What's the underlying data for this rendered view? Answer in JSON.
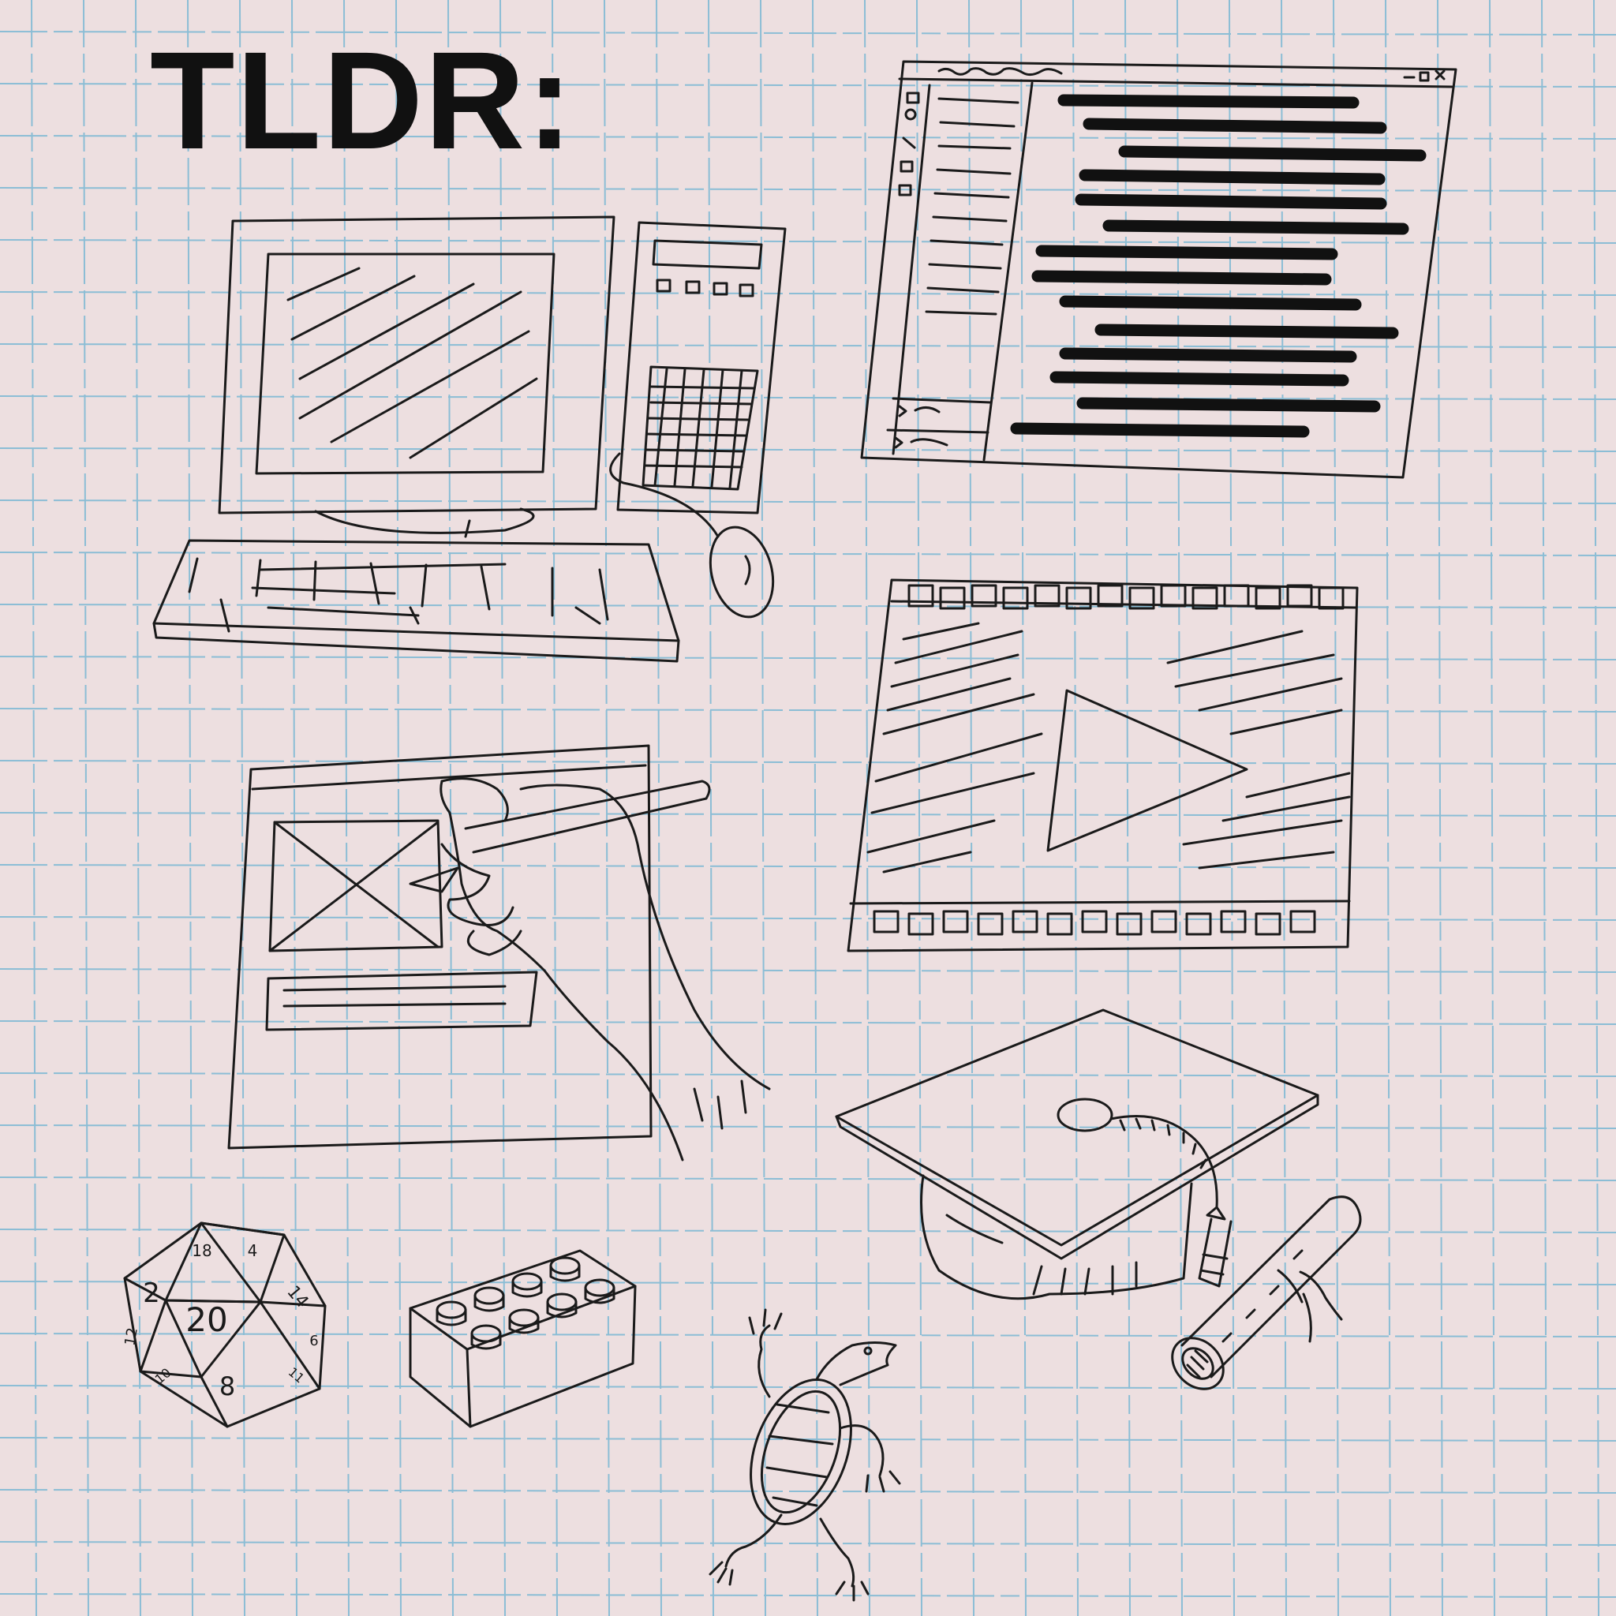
{
  "title": "TLDR:",
  "colors": {
    "paper": "#eddfe0",
    "grid": "#7ab8d4",
    "ink": "#1a1a1a"
  },
  "d20": {
    "faces": [
      "20",
      "2",
      "18",
      "4",
      "14",
      "8",
      "6",
      "12",
      "10",
      "11"
    ]
  },
  "icons": [
    "desktop-computer-icon",
    "code-editor-window-icon",
    "video-player-icon",
    "hand-drawing-tablet-icon",
    "graduation-cap-icon",
    "d20-die-icon",
    "toy-brick-icon",
    "turtle-icon",
    "diploma-scroll-icon"
  ]
}
